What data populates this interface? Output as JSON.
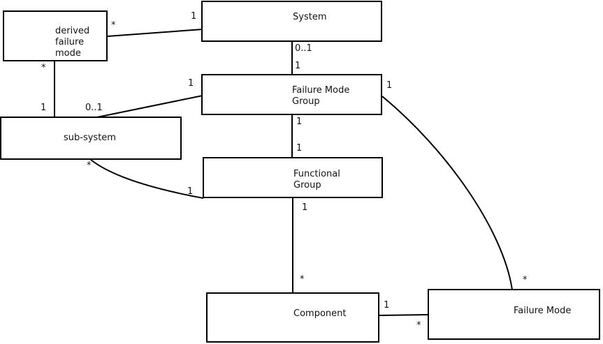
{
  "diagram": {
    "type": "uml-class-diagram",
    "background_color": "#ffffff",
    "line_color": "#000000",
    "nodes": [
      {
        "id": "derived-failure-mode",
        "label": "derived failure mode",
        "lines": [
          "derived",
          "failure",
          "mode"
        ]
      },
      {
        "id": "system",
        "label": "System",
        "lines": [
          "System"
        ]
      },
      {
        "id": "failure-mode-group",
        "label": "Failure Mode Group",
        "lines": [
          "Failure Mode",
          "Group"
        ]
      },
      {
        "id": "sub-system",
        "label": "sub-system",
        "lines": [
          "sub-system"
        ]
      },
      {
        "id": "functional-group",
        "label": "Functional Group",
        "lines": [
          "Functional",
          "Group"
        ]
      },
      {
        "id": "component",
        "label": "Component",
        "lines": [
          "Component"
        ]
      },
      {
        "id": "failure-mode",
        "label": "Failure Mode",
        "lines": [
          "Failure Mode"
        ]
      }
    ],
    "edges": [
      {
        "from": "derived-failure-mode",
        "to": "system",
        "from_multiplicity": "*",
        "to_multiplicity": "1"
      },
      {
        "from": "system",
        "to": "failure-mode-group",
        "from_multiplicity": "0..1",
        "to_multiplicity": "1"
      },
      {
        "from": "derived-failure-mode",
        "to": "sub-system",
        "from_multiplicity": "*",
        "to_multiplicity": "1"
      },
      {
        "from": "sub-system",
        "to": "failure-mode-group",
        "from_multiplicity": "0..1",
        "to_multiplicity": "1"
      },
      {
        "from": "failure-mode-group",
        "to": "functional-group",
        "from_multiplicity": "1",
        "to_multiplicity": "1"
      },
      {
        "from": "sub-system",
        "to": "functional-group",
        "from_multiplicity": "*",
        "to_multiplicity": "1"
      },
      {
        "from": "functional-group",
        "to": "component",
        "from_multiplicity": "1",
        "to_multiplicity": "*"
      },
      {
        "from": "failure-mode-group",
        "to": "failure-mode",
        "from_multiplicity": "1",
        "to_multiplicity": "*"
      },
      {
        "from": "component",
        "to": "failure-mode",
        "from_multiplicity": "1",
        "to_multiplicity": "*"
      }
    ]
  }
}
